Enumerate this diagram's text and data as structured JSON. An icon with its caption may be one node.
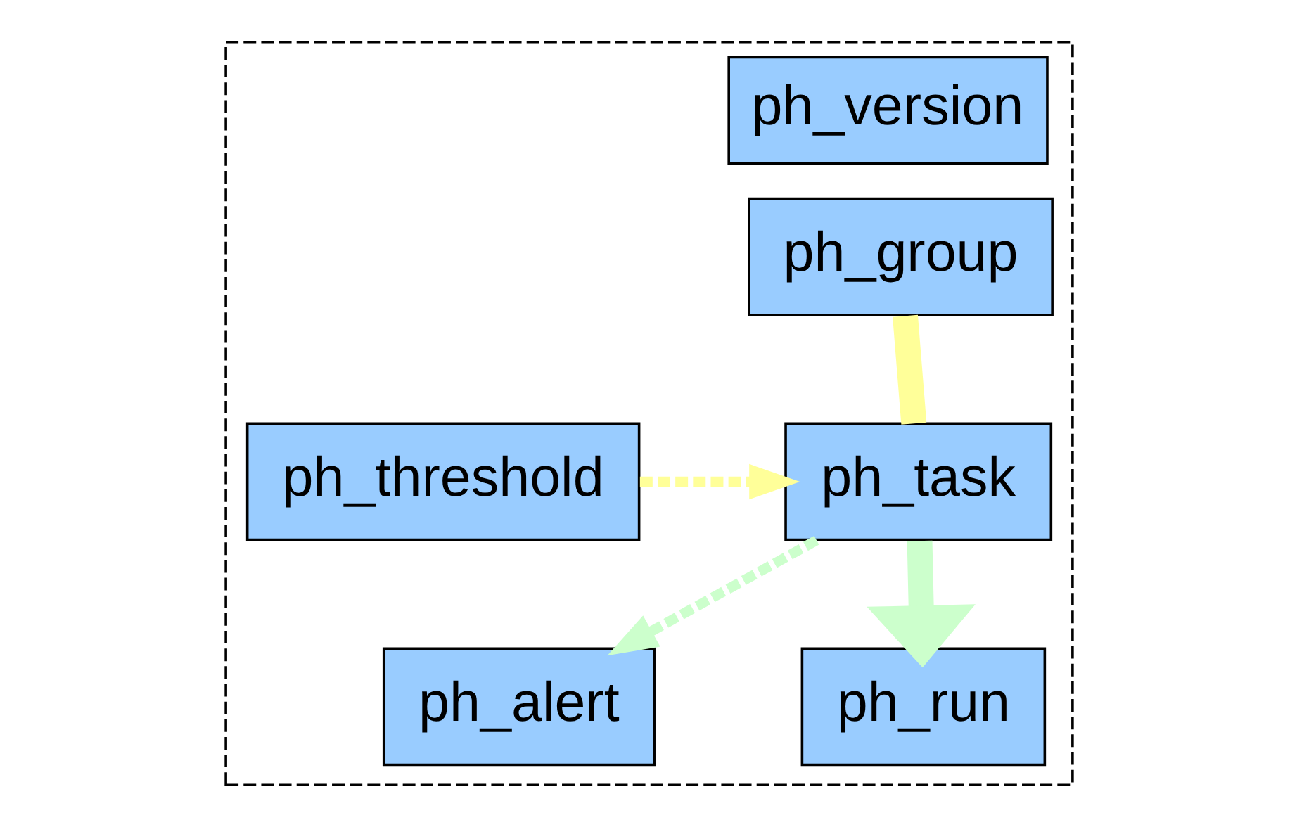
{
  "diagram": {
    "nodes": [
      {
        "text": [
          "ph_version"
        ]
      },
      {
        "text": [
          "ph_group"
        ],
        "in": 0
      },
      {
        "text": [
          "ph_threshold"
        ],
        "in": 0
      },
      {
        "text": [
          "ph_task"
        ],
        "in": 0
      },
      {
        "text": [
          "ph_alert"
        ],
        "in": 0
      },
      {
        "text": [
          "ph_run"
        ],
        "in": 0
      }
    ],
    "edges": [
      {
        "from": 1,
        "to": 3,
        "arrow": "none",
        "style": "thick",
        "color": "#ffff99"
      },
      {
        "from": 2,
        "to": 3,
        "arrow": "to",
        "style": "dashed",
        "color": "#ffff99"
      },
      {
        "from": 3,
        "to": 4,
        "arrow": "to",
        "style": "dashed",
        "color": "#ccffcc"
      },
      {
        "from": 3,
        "to": 5,
        "arrow": "to",
        "style": "thick",
        "color": "#ccffcc"
      }
    ]
  }
}
